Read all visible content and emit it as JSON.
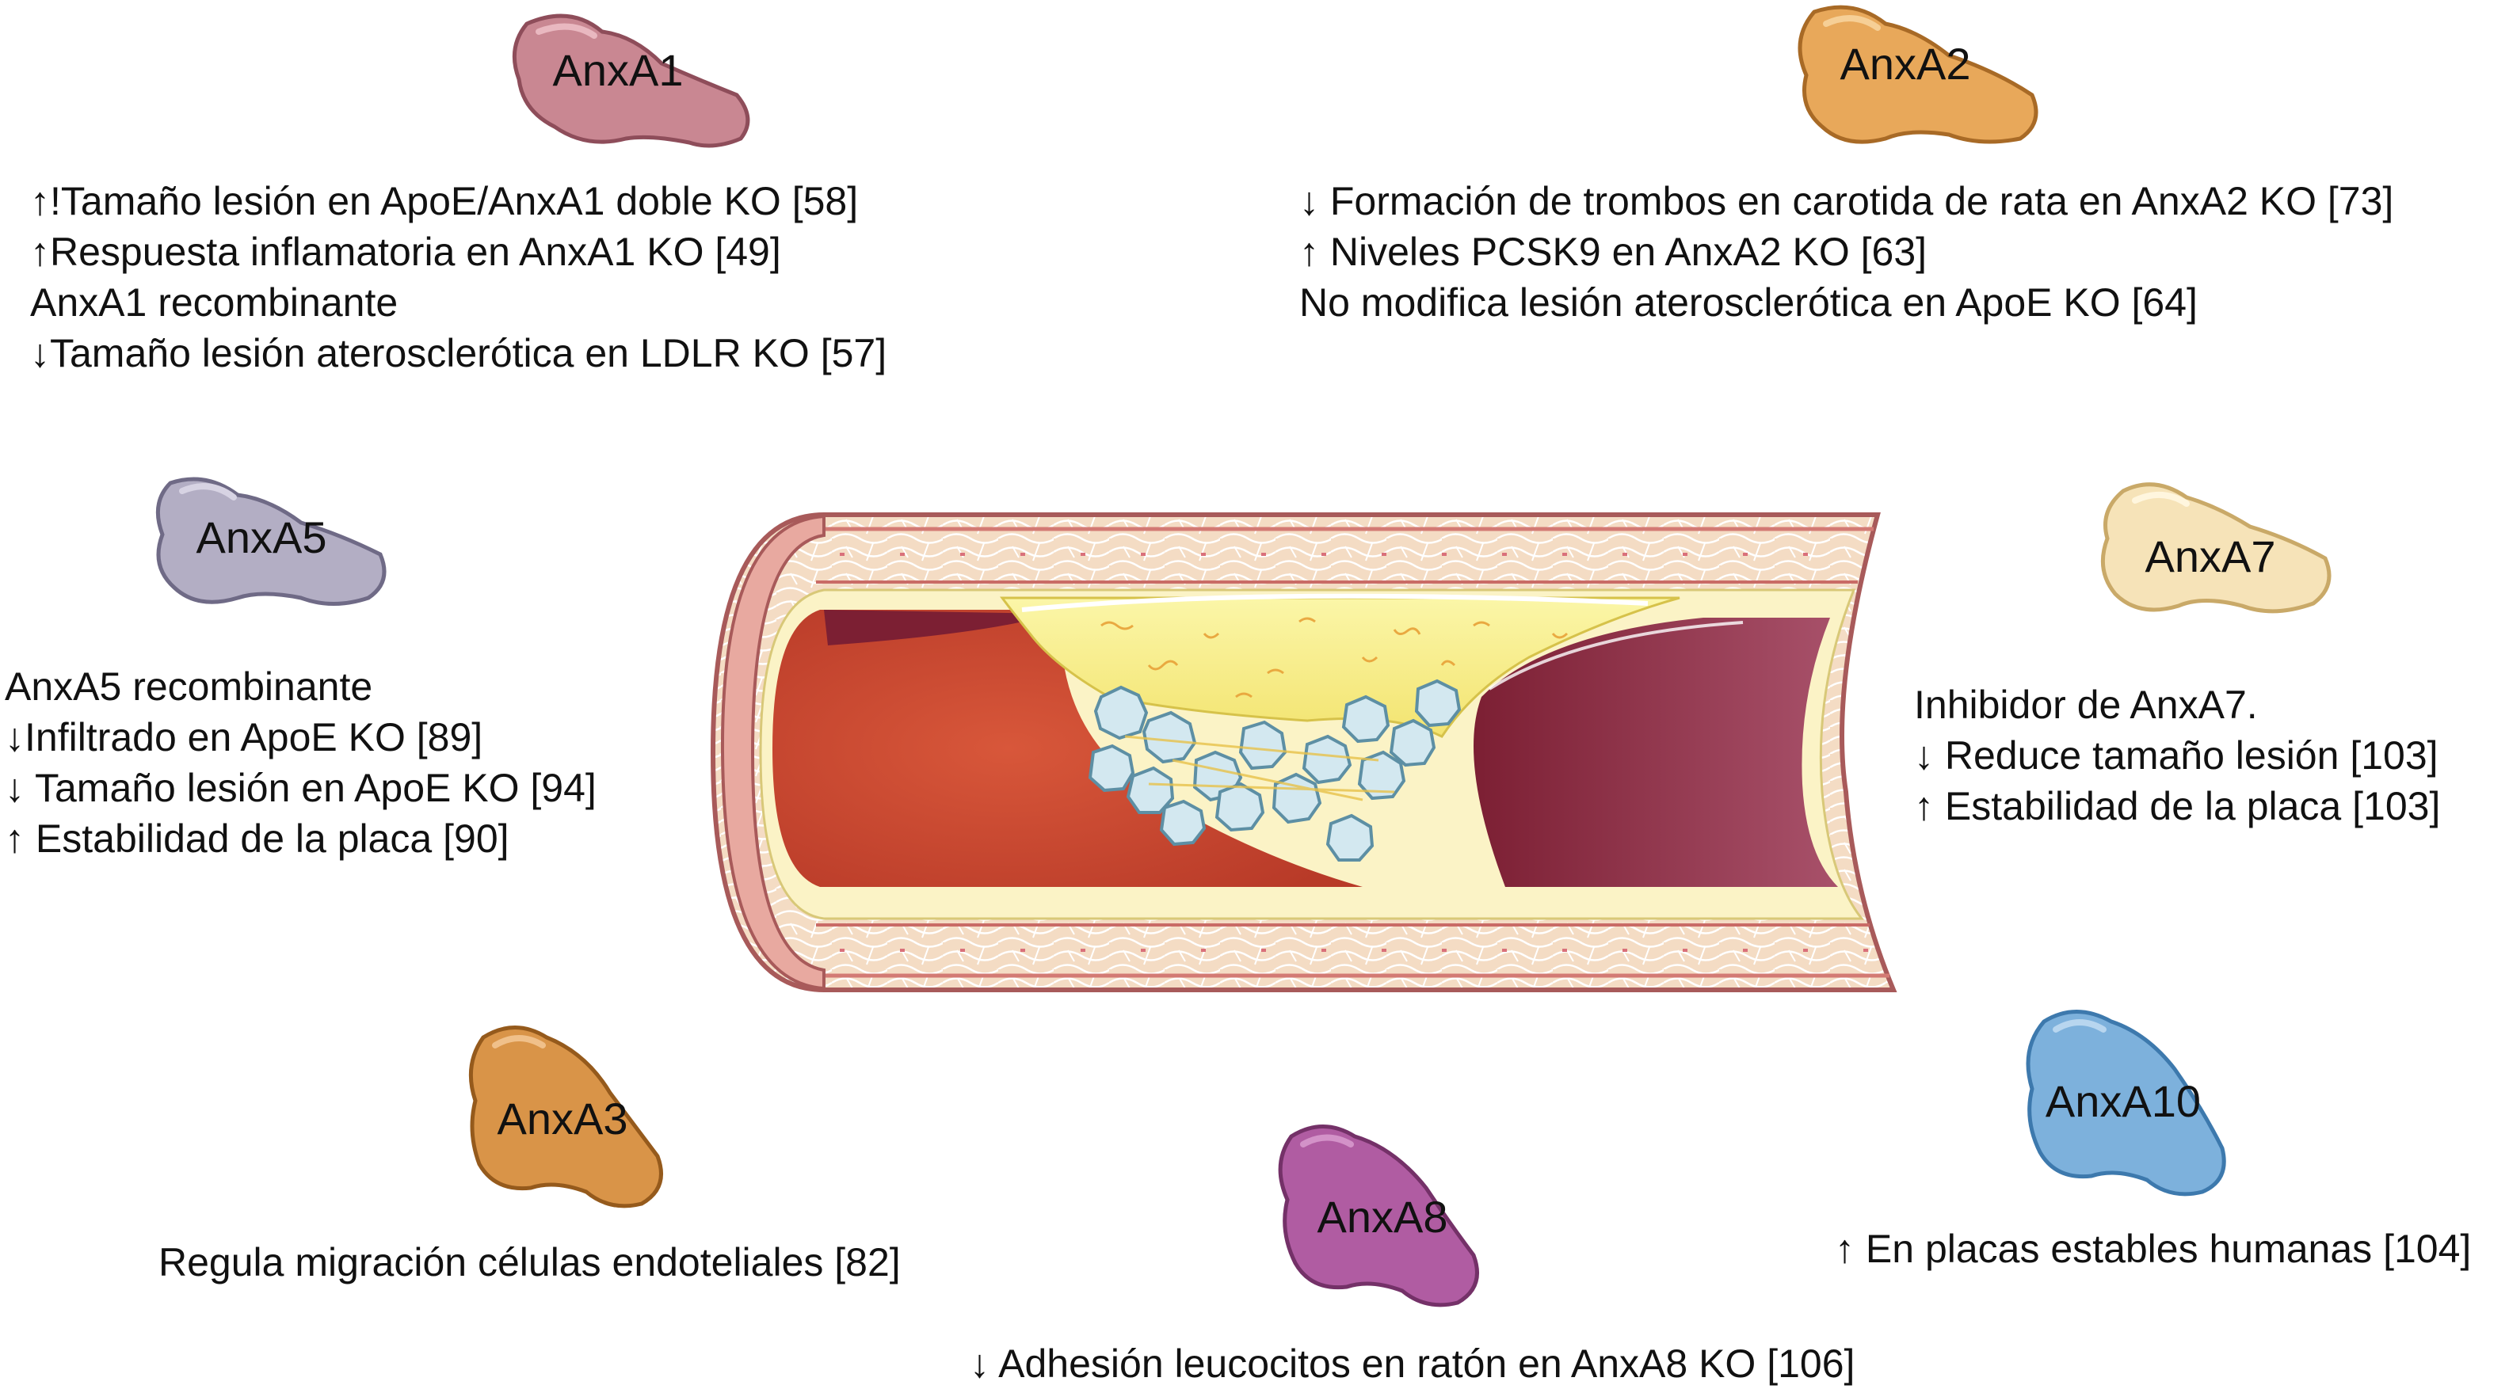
{
  "annexins": [
    {
      "id": "anxa1",
      "label": "AnxA1",
      "color": "#c98792",
      "lines": [
        "↑!Tamaño lesión en ApoE/AnxA1 doble KO [58]",
        "↑Respuesta inflamatoria en AnxA1 KO [49]",
        "AnxA1 recombinante",
        "↓Tamaño lesión aterosclerótica en LDLR KO [57]"
      ]
    },
    {
      "id": "anxa2",
      "label": "AnxA2",
      "color": "#e8a85a",
      "lines": [
        "↓ Formación de trombos en carotida de rata en AnxA2 KO [73]",
        "↑ Niveles PCSK9 en AnxA2 KO [63]",
        "No modifica lesión aterosclerótica en ApoE KO [64]"
      ]
    },
    {
      "id": "anxa5",
      "label": "AnxA5",
      "color": "#b3aec4",
      "lines": [
        "AnxA5 recombinante",
        "↓Infiltrado en ApoE KO [89]",
        "↓ Tamaño lesión en ApoE KO [94]",
        "↑ Estabilidad de la placa [90]"
      ]
    },
    {
      "id": "anxa7",
      "label": "AnxA7",
      "color": "#f6e3b8",
      "lines": [
        "Inhibidor de AnxA7.",
        "↓ Reduce tamaño lesión [103]",
        "↑ Estabilidad de la placa [103]"
      ]
    },
    {
      "id": "anxa3",
      "label": "AnxA3",
      "color": "#d99448",
      "lines": [
        "Regula migración células endoteliales [82]"
      ]
    },
    {
      "id": "anxa8",
      "label": "AnxA8",
      "color": "#b05ca2",
      "lines": [
        "↓ Adhesión leucocitos en ratón en AnxA8 KO [106]"
      ]
    },
    {
      "id": "anxa10",
      "label": "AnxA10",
      "color": "#7db1dc",
      "lines": [
        "↑ En placas estables humanas [104]"
      ]
    }
  ]
}
